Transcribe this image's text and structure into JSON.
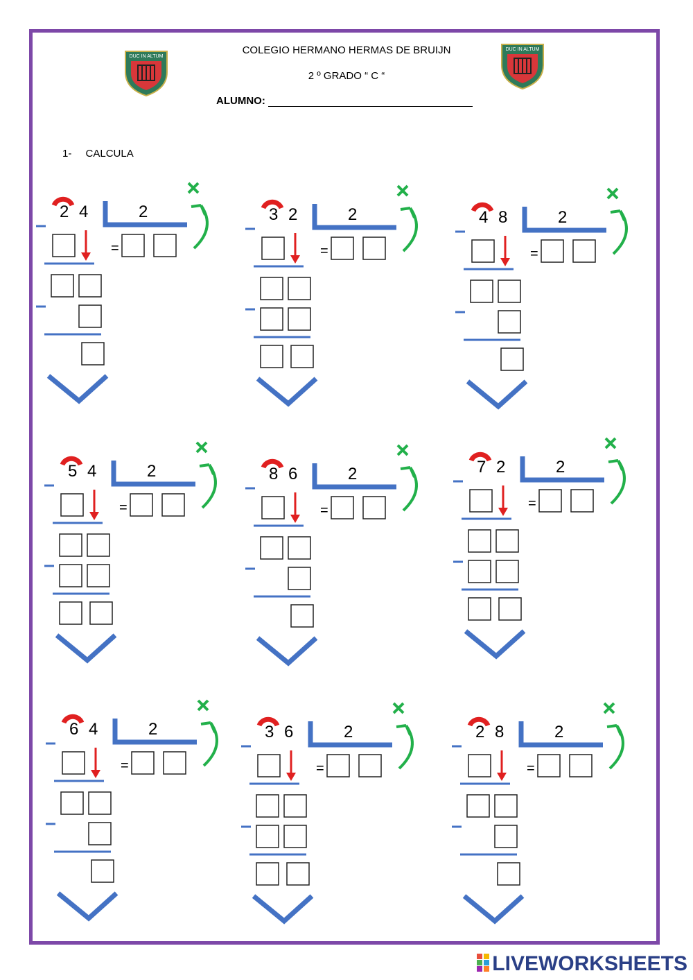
{
  "header": {
    "school": "COLEGIO HERMANO HERMAS DE BRUIJN",
    "grade": "2 º GRADO “ C “",
    "student_label": "ALUMNO:",
    "logo_text": "DUC IN ALTUM"
  },
  "task": {
    "number": "1-",
    "instruction": "CALCULA"
  },
  "symbols": {
    "minus": "_",
    "equals": "="
  },
  "problems": [
    {
      "dividend": [
        "2",
        "4"
      ],
      "divisor": "2",
      "layout": "a"
    },
    {
      "dividend": [
        "3",
        "2"
      ],
      "divisor": "2",
      "layout": "b"
    },
    {
      "dividend": [
        "4",
        "8"
      ],
      "divisor": "2",
      "layout": "a"
    },
    {
      "dividend": [
        "5",
        "4"
      ],
      "divisor": "2",
      "layout": "b"
    },
    {
      "dividend": [
        "8",
        "6"
      ],
      "divisor": "2",
      "layout": "a"
    },
    {
      "dividend": [
        "7",
        "2"
      ],
      "divisor": "2",
      "layout": "b"
    },
    {
      "dividend": [
        "6",
        "4"
      ],
      "divisor": "2",
      "layout": "a"
    },
    {
      "dividend": [
        "3",
        "6"
      ],
      "divisor": "2",
      "layout": "b"
    },
    {
      "dividend": [
        "2",
        "8"
      ],
      "divisor": "2",
      "layout": "a"
    }
  ],
  "watermark": "LIVEWORKSHEETS",
  "colors": {
    "frame": "#7d48a8",
    "blue": "#4472c4",
    "red": "#e02020",
    "green": "#22b04a"
  }
}
